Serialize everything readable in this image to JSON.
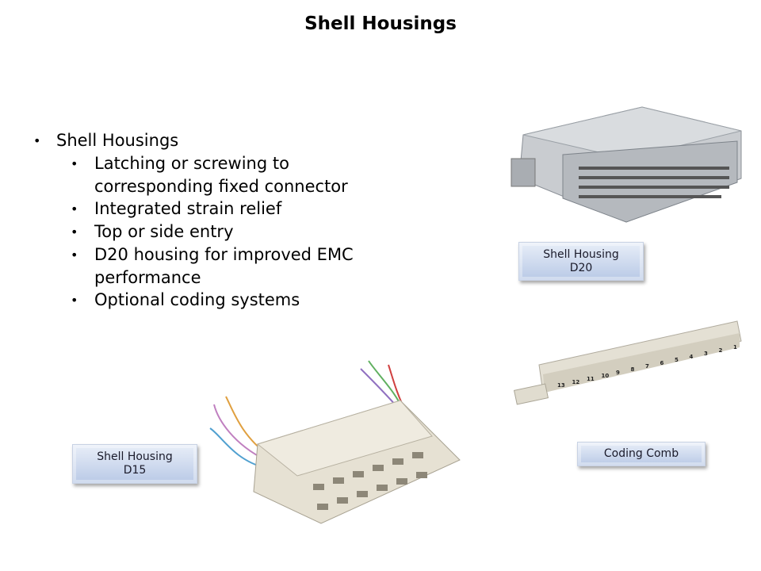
{
  "title": "Shell Housings",
  "bullets": {
    "main": "Shell Housings",
    "sub": [
      "Latching or screwing to",
      "corresponding fixed connector",
      "Integrated strain relief",
      "Top or side entry",
      "D20 housing for improved EMC",
      "performance",
      "Optional coding systems"
    ]
  },
  "captions": {
    "d20": [
      "Shell Housing",
      "D20"
    ],
    "d15": [
      "Shell Housing",
      "D15"
    ],
    "comb": "Coding Comb"
  },
  "comb_numbers": [
    "13",
    "12",
    "11",
    "10",
    "9",
    "8",
    "7",
    "6",
    "5",
    "4",
    "3",
    "2",
    "1"
  ]
}
